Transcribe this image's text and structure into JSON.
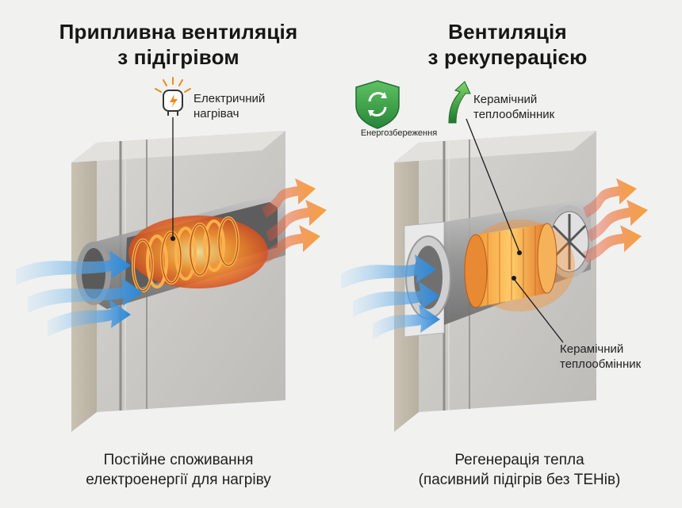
{
  "left": {
    "title_line1": "Припливна вентиляція",
    "title_line2": "з підігрівом",
    "heater_label_line1": "Електричний",
    "heater_label_line2": "нагрівач",
    "caption_line1": "Постійне споживання",
    "caption_line2": "електроенергії для нагріву"
  },
  "right": {
    "title_line1": "Вентиляція",
    "title_line2": "з рекуперацією",
    "badge_label": "Енергозбереження",
    "exchanger_label_top_line1": "Керамічний",
    "exchanger_label_top_line2": "теплообмінник",
    "exchanger_label_side_line1": "Керамічний",
    "exchanger_label_side_line2": "теплообмінник",
    "caption_line1": "Регенерація тепла",
    "caption_line2": "(пасивний підігрів без ТЕНів)"
  },
  "icons": {
    "plug": "plug-icon",
    "shield": "shield-recycle-icon",
    "arrow_up": "green-arrow-up-icon"
  },
  "colors": {
    "cold_air": "#2f8fe0",
    "warm_air": "#ef7a2a",
    "hot_coil": "#ff8a1e",
    "wall": "#c9c8c4",
    "energy_green": "#3aa048"
  }
}
